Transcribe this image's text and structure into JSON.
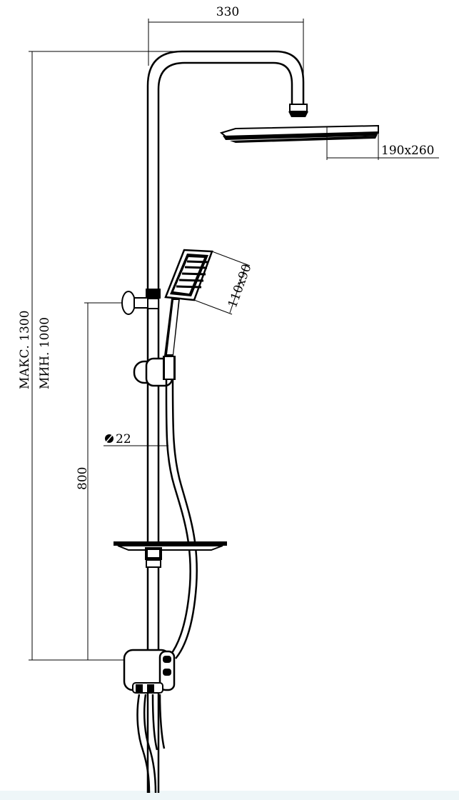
{
  "dimensions": {
    "arm_reach": "330",
    "head_shower_size": "190x260",
    "hand_shower_size": "110x90",
    "height_max": "МАКС. 1300",
    "height_min": "МИН. 1000",
    "rail_length": "800",
    "pipe_diameter": "22"
  },
  "icons": {
    "diameter_symbol": "diameter-icon"
  }
}
